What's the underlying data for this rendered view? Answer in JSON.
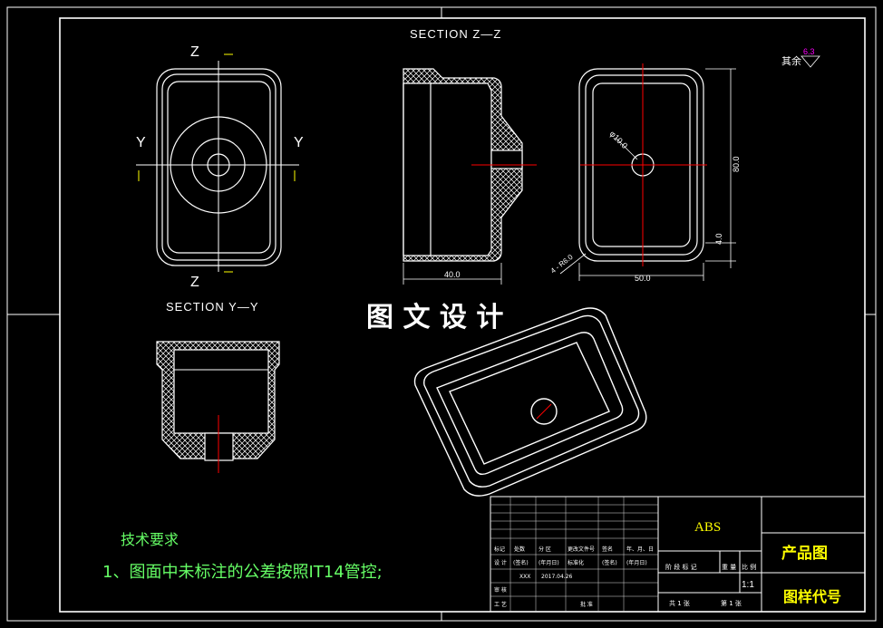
{
  "labels": {
    "section_zz": "SECTION Z—Z",
    "section_yy": "SECTION Y—Y",
    "z_top": "Z",
    "z_bottom": "Z",
    "y_left": "Y",
    "y_right": "Y",
    "watermark": "图 文 设 计",
    "surface_note": "其余",
    "surface_value": "6.3"
  },
  "dimensions": {
    "width_40": "40.0",
    "width_50": "50.0",
    "height_80": "80.0",
    "height_4": "4.0",
    "hole_dia": "φ10.0",
    "radius": "4 - R6.0"
  },
  "notes": {
    "title": "技术要求",
    "line1": "1、图面中未标注的公差按照IT14管控;"
  },
  "title_block": {
    "material": "ABS",
    "drawing_title": "产品图",
    "drawing_code": "图样代号",
    "scale": "1:1",
    "designer": "XXX",
    "date": "2017.04.26",
    "h_mark": "标记",
    "h_count": "处数",
    "h_zone": "分 区",
    "h_doc": "更改文件号",
    "h_sign": "签名",
    "h_date": "年、月、日",
    "r_design": "设 计",
    "r_sign": "(签名)",
    "r_date": "(年月日)",
    "r_std": "标准化",
    "r_sign2": "(签名)",
    "r_date2": "(年月日)",
    "stage": "阶 段 标 记",
    "weight": "重 量",
    "ratio": "比 例",
    "review": "审 核",
    "process": "工 艺",
    "approve": "批 准",
    "total": "共 1 张",
    "sheet": "第 1 张"
  }
}
